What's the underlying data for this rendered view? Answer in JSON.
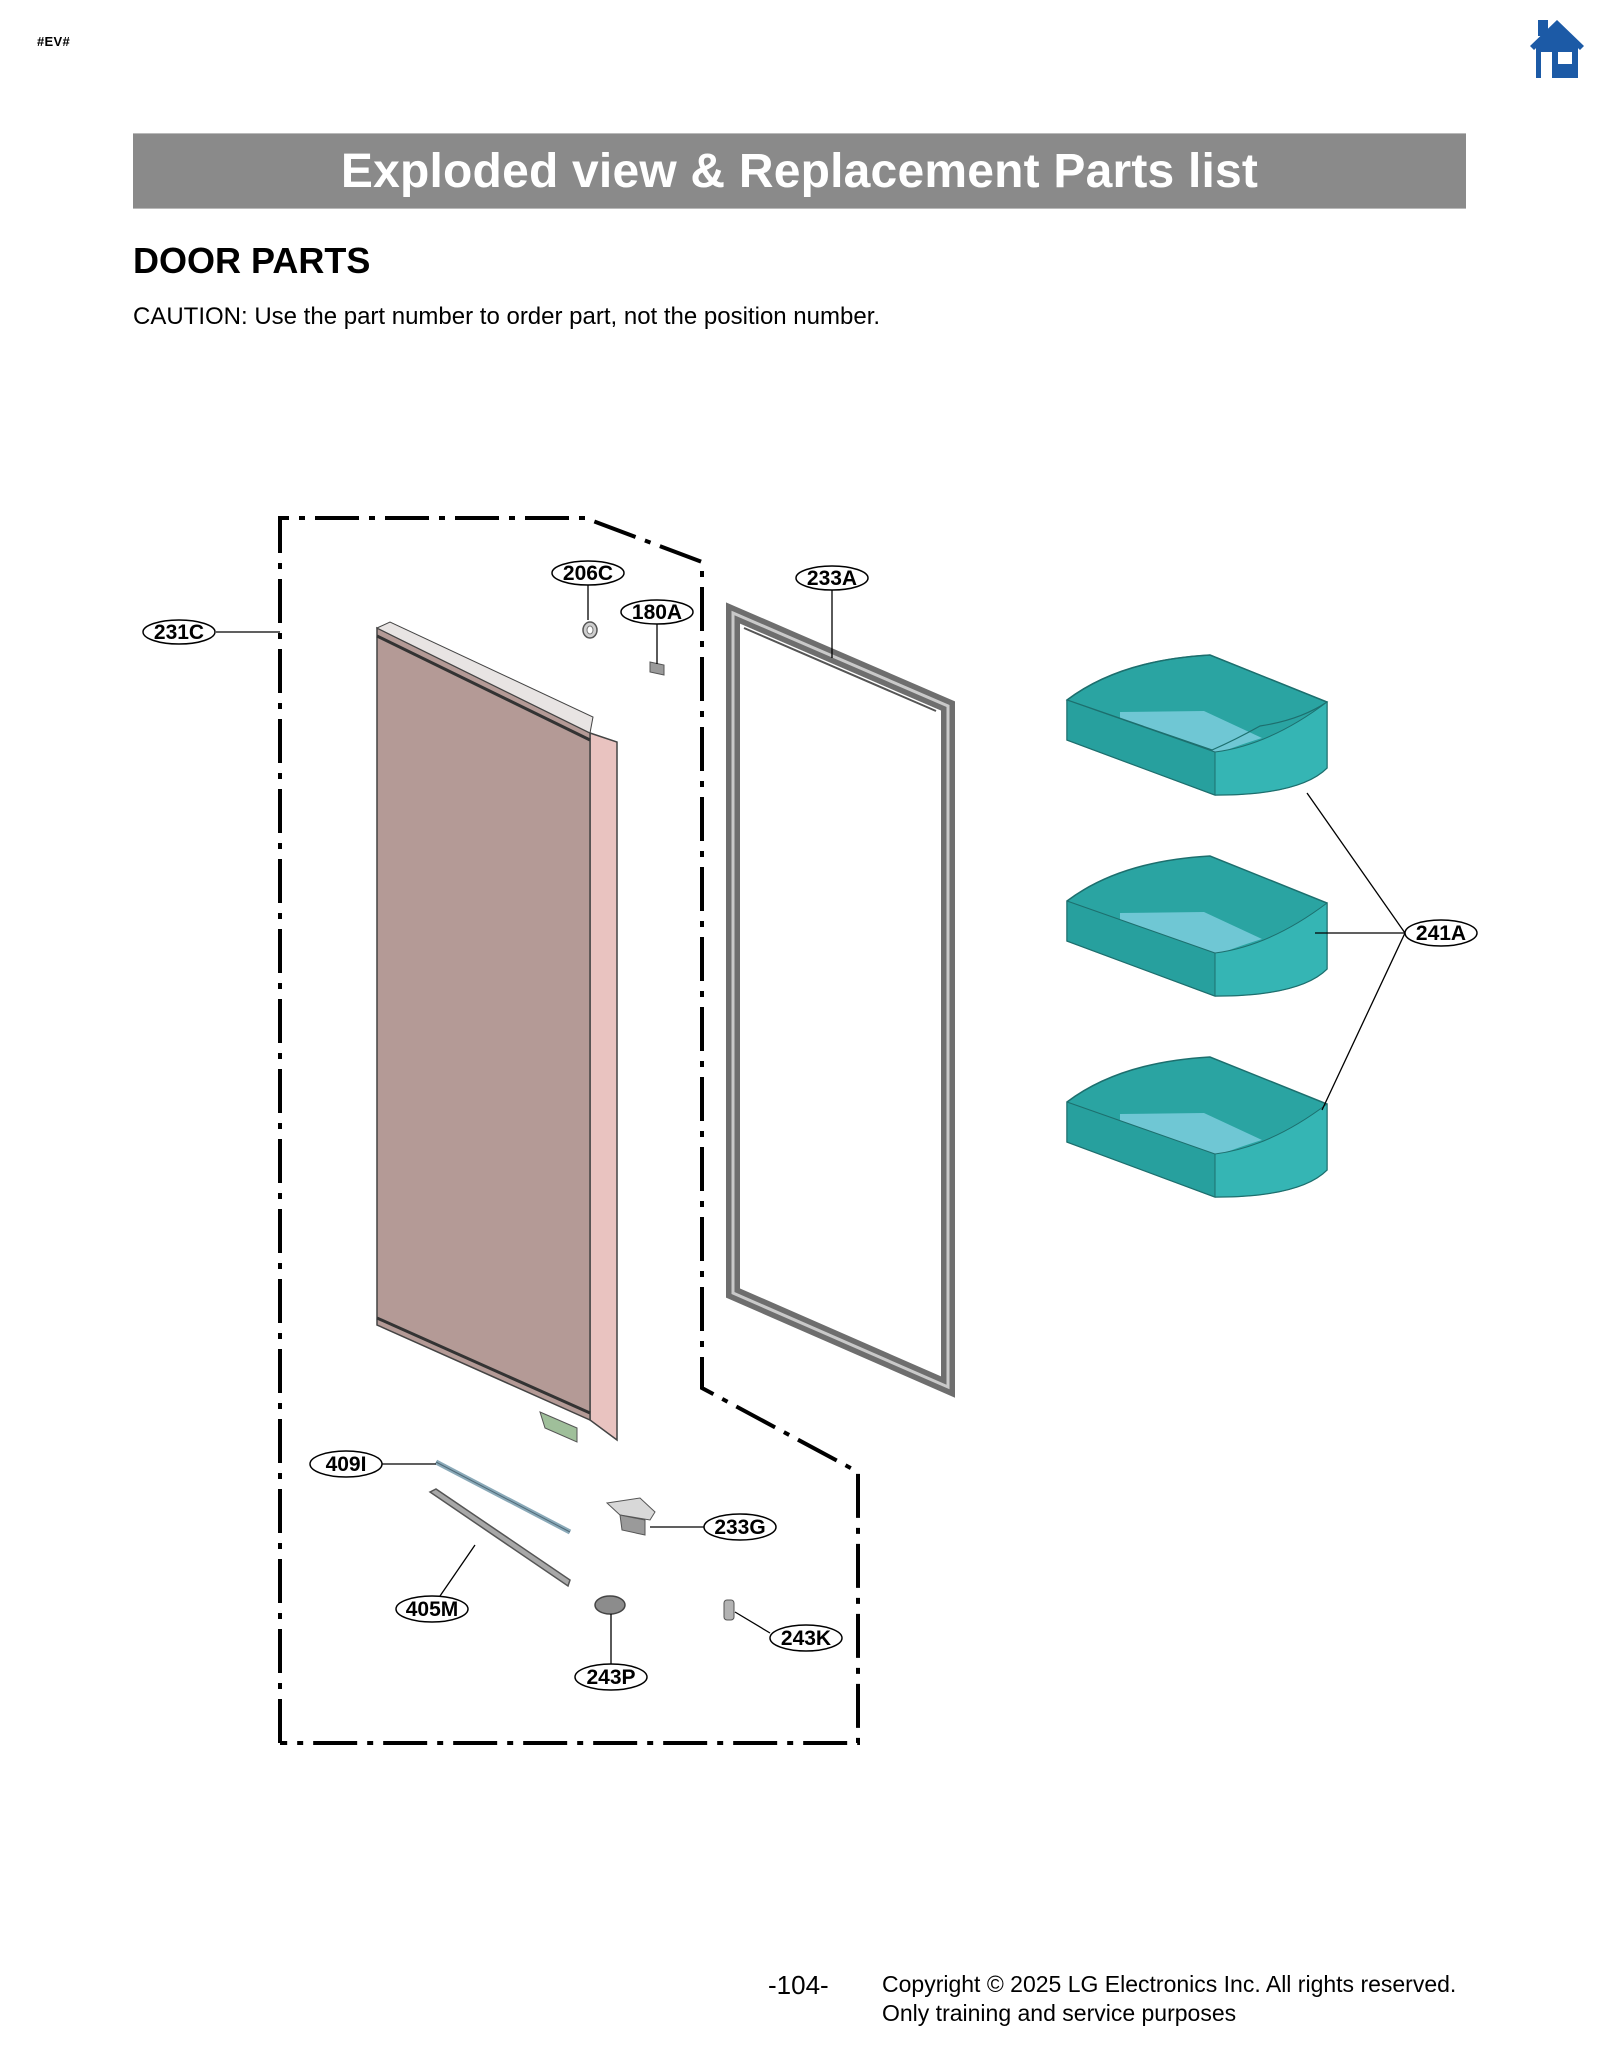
{
  "header": {
    "tag": "#EV#",
    "home_icon": "home-icon"
  },
  "banner": {
    "title": "Exploded view & Replacement Parts list",
    "background": "#8a8a8a"
  },
  "section": {
    "title": "DOOR PARTS",
    "caution": "CAUTION: Use the part number to order part, not the position number."
  },
  "diagram": {
    "callouts": [
      {
        "id": "231C",
        "label": "231C"
      },
      {
        "id": "206C",
        "label": "206C"
      },
      {
        "id": "180A",
        "label": "180A"
      },
      {
        "id": "233A",
        "label": "233A"
      },
      {
        "id": "241A",
        "label": "241A"
      },
      {
        "id": "409I",
        "label": "409I"
      },
      {
        "id": "233G",
        "label": "233G"
      },
      {
        "id": "405M",
        "label": "405M"
      },
      {
        "id": "243K",
        "label": "243K"
      },
      {
        "id": "243P",
        "label": "243P"
      }
    ],
    "colors": {
      "door_front": "#b49a96",
      "door_side": "#e9c3c0",
      "gasket": "#7a7a7a",
      "bin_outer": "#2fb0ae",
      "bin_inner": "#6fc7d4",
      "home_icon": "#1c5aa6"
    }
  },
  "footer": {
    "page_number": "-104-",
    "copyright_line1": "Copyright © 2025 LG Electronics Inc. All rights reserved.",
    "copyright_line2": "Only training and service purposes"
  }
}
